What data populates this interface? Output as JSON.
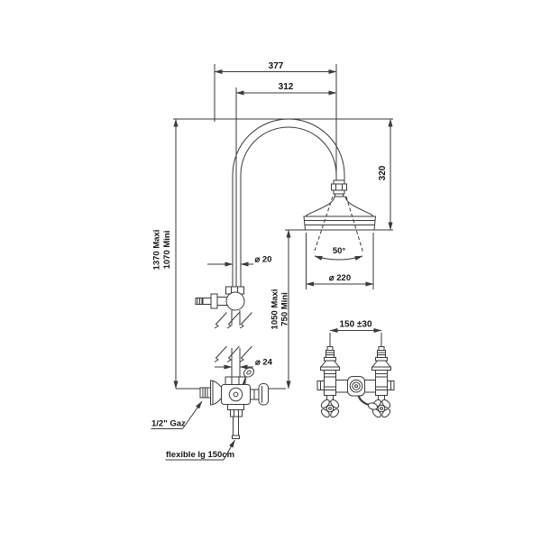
{
  "drawing": {
    "type": "technical-drawing-shower-column",
    "colors": {
      "line": "#3a3a3a",
      "text": "#161616",
      "background": "#ffffff"
    },
    "dims": {
      "width_total": "377",
      "width_arm": "312",
      "height_head": "320",
      "column_max": "1370 Maxi",
      "column_min": "1070 Mini",
      "pipe_diameter": "⌀ 20",
      "spray_angle": "50°",
      "head_diameter": "⌀ 220",
      "mixer_height_max": "1050 Maxi",
      "mixer_height_min": "750 Mini",
      "lower_pipe_diameter": "⌀ 24",
      "inlet_spacing": "150 ±30"
    },
    "labels": {
      "inlet": "1/2\" Gaz",
      "hose": "flexible lg 150cm"
    }
  }
}
